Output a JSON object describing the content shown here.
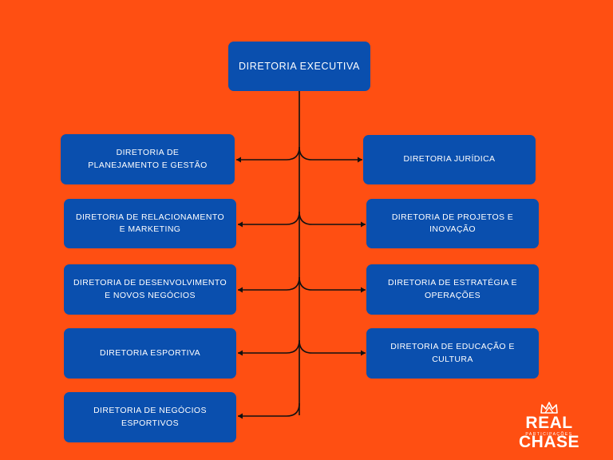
{
  "top": {
    "label": "DIRETORIA EXECUTIVA"
  },
  "left": [
    {
      "label": "DIRETORIA DE\nPLANEJAMENTO E GESTÃO"
    },
    {
      "label": "DIRETORIA DE RELACIONAMENTO\nE MARKETING"
    },
    {
      "label": "DIRETORIA DE DESENVOLVIMENTO\nE NOVOS NEGÓCIOS"
    },
    {
      "label": "DIRETORIA ESPORTIVA"
    },
    {
      "label": "DIRETORIA DE NEGÓCIOS\nESPORTIVOS"
    }
  ],
  "right": [
    {
      "label": "DIRETORIA JURÍDICA"
    },
    {
      "label": "DIRETORIA DE PROJETOS E\nINOVAÇÃO"
    },
    {
      "label": "DIRETORIA DE ESTRATÉGIA E\nOPERAÇÕES"
    },
    {
      "label": "DIRETORIA DE EDUCAÇÃO E\nCULTURA"
    }
  ],
  "logo": {
    "brand": "REAL CHASE",
    "tagline": "PARTICIPAÇÕES"
  },
  "colors": {
    "background": "#ff4f12",
    "node": "#0a4fae",
    "line": "#111111",
    "text": "#ffffff"
  }
}
